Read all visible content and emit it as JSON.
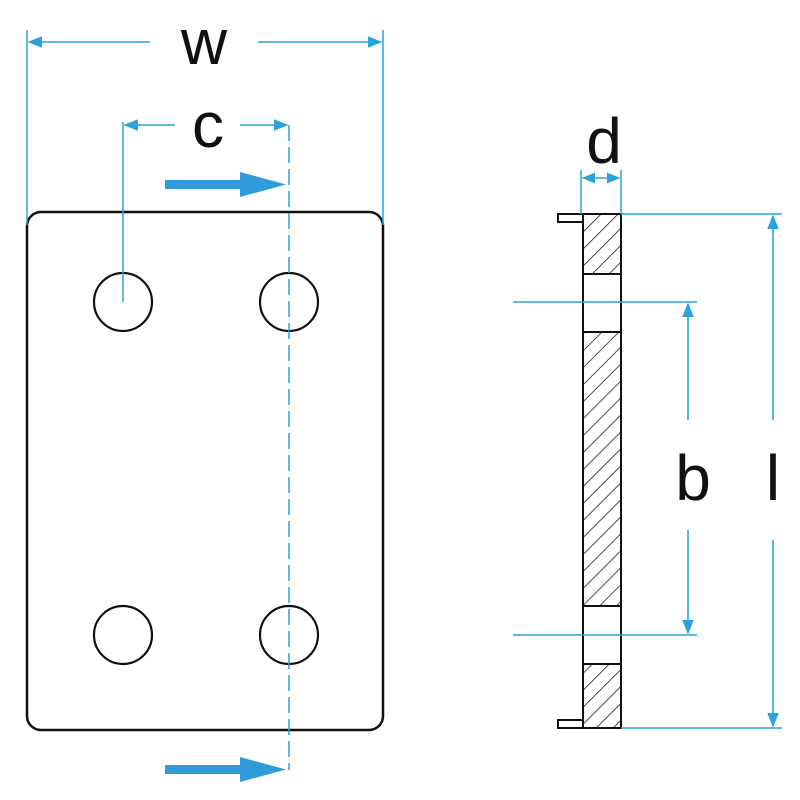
{
  "labels": {
    "width": "w",
    "hole_spacing_width": "c",
    "thickness": "d",
    "hole_spacing_length": "b",
    "length": "l"
  },
  "colors": {
    "dimension": "#29a3dc",
    "outline": "#111111",
    "arrow": "#2f9bd8",
    "background": "#ffffff"
  }
}
